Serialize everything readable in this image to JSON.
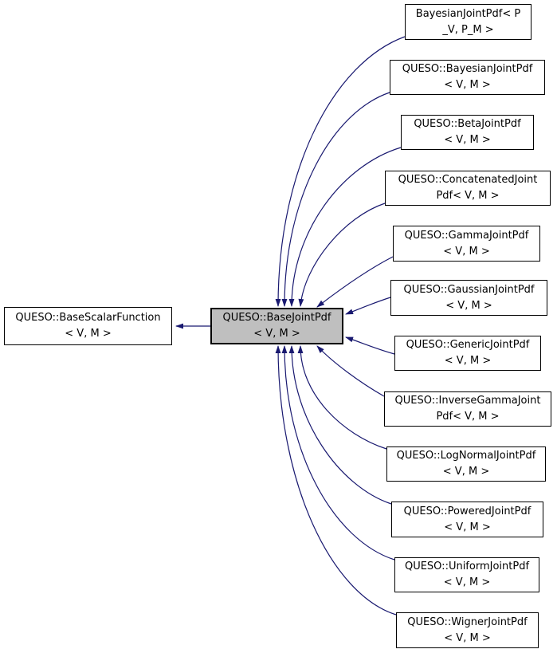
{
  "diagram": {
    "type": "class-inheritance-graph",
    "background_color": "#ffffff",
    "edge_color": "#191970",
    "node_border_color": "#000000",
    "node_fill_color": "#ffffff",
    "selected_node_fill_color": "#bfbfbf",
    "text_color": "#000000"
  },
  "nodes": {
    "base_scalar": {
      "line1": "QUESO::BaseScalarFunction",
      "line2": "< V, M >"
    },
    "base_joint": {
      "line1": "QUESO::BaseJointPdf",
      "line2": "< V, M >"
    },
    "derived": [
      {
        "line1": "BayesianJointPdf< P",
        "line2": "_V, P_M >"
      },
      {
        "line1": "QUESO::BayesianJointPdf",
        "line2": "< V, M >"
      },
      {
        "line1": "QUESO::BetaJointPdf",
        "line2": "< V, M >"
      },
      {
        "line1": "QUESO::ConcatenatedJoint",
        "line2": "Pdf< V, M >"
      },
      {
        "line1": "QUESO::GammaJointPdf",
        "line2": "< V, M >"
      },
      {
        "line1": "QUESO::GaussianJointPdf",
        "line2": "< V, M >"
      },
      {
        "line1": "QUESO::GenericJointPdf",
        "line2": "< V, M >"
      },
      {
        "line1": "QUESO::InverseGammaJoint",
        "line2": "Pdf< V, M >"
      },
      {
        "line1": "QUESO::LogNormalJointPdf",
        "line2": "< V, M >"
      },
      {
        "line1": "QUESO::PoweredJointPdf",
        "line2": "< V, M >"
      },
      {
        "line1": "QUESO::UniformJointPdf",
        "line2": "< V, M >"
      },
      {
        "line1": "QUESO::WignerJointPdf",
        "line2": "< V, M >"
      }
    ]
  },
  "edges": [
    {
      "from": "QUESO::BaseJointPdf",
      "to": "QUESO::BaseScalarFunction"
    },
    {
      "from": "BayesianJointPdf< P_V, P_M >",
      "to": "QUESO::BaseJointPdf"
    },
    {
      "from": "QUESO::BayesianJointPdf",
      "to": "QUESO::BaseJointPdf"
    },
    {
      "from": "QUESO::BetaJointPdf",
      "to": "QUESO::BaseJointPdf"
    },
    {
      "from": "QUESO::ConcatenatedJointPdf",
      "to": "QUESO::BaseJointPdf"
    },
    {
      "from": "QUESO::GammaJointPdf",
      "to": "QUESO::BaseJointPdf"
    },
    {
      "from": "QUESO::GaussianJointPdf",
      "to": "QUESO::BaseJointPdf"
    },
    {
      "from": "QUESO::GenericJointPdf",
      "to": "QUESO::BaseJointPdf"
    },
    {
      "from": "QUESO::InverseGammaJointPdf",
      "to": "QUESO::BaseJointPdf"
    },
    {
      "from": "QUESO::LogNormalJointPdf",
      "to": "QUESO::BaseJointPdf"
    },
    {
      "from": "QUESO::PoweredJointPdf",
      "to": "QUESO::BaseJointPdf"
    },
    {
      "from": "QUESO::UniformJointPdf",
      "to": "QUESO::BaseJointPdf"
    },
    {
      "from": "QUESO::WignerJointPdf",
      "to": "QUESO::BaseJointPdf"
    }
  ]
}
